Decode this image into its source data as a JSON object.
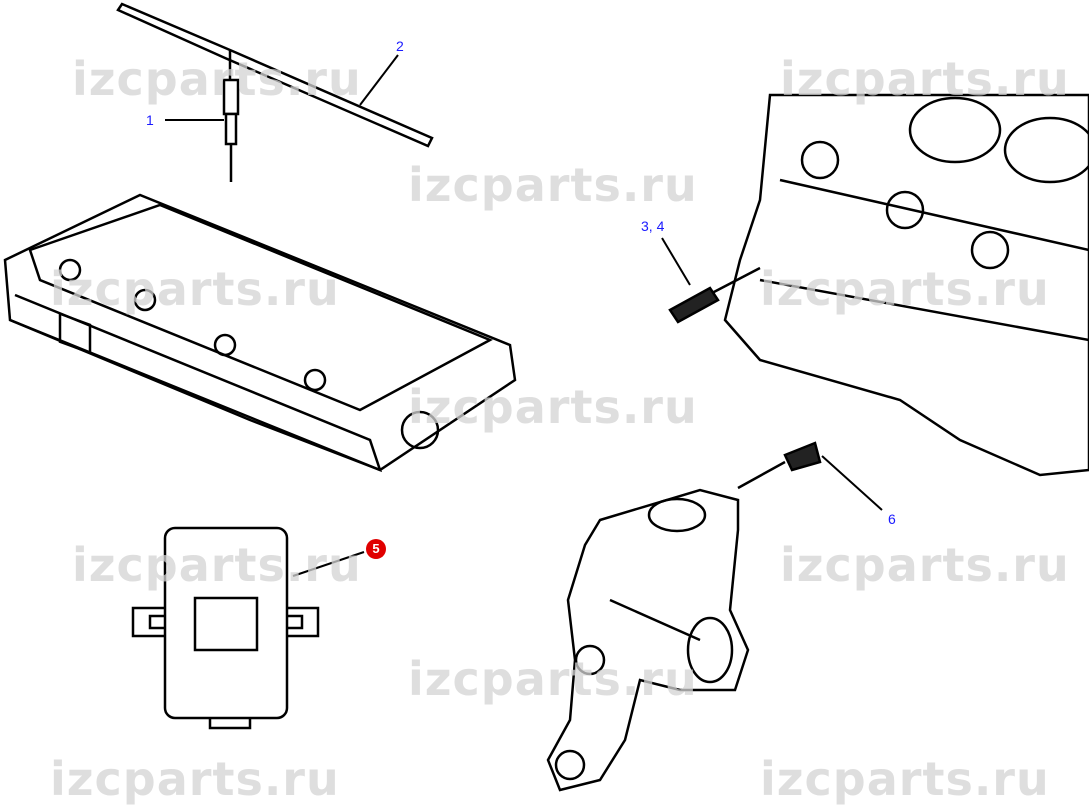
{
  "watermark": "izcparts.ru",
  "callouts": {
    "c1": "1",
    "c2": "2",
    "c34": "3, 4",
    "c5": "5",
    "c6": "6"
  },
  "colors": {
    "callout": "#1a1aff",
    "highlight": "#e00000",
    "watermark": "#d4d4d4"
  }
}
